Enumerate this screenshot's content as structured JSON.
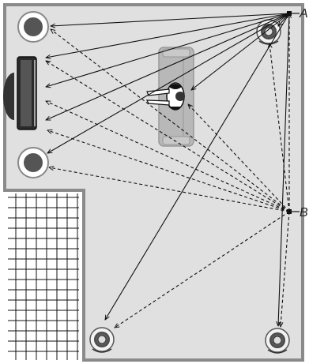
{
  "diagram": {
    "labels": {
      "point_a": "A",
      "point_b": "B"
    },
    "colors": {
      "room_fill": "#e0e0e0",
      "wall": "#8a8a8a",
      "line": "#111111",
      "sofa": "#b8b8b8",
      "grid": "#111111"
    },
    "components": [
      "speaker-left-front-icon",
      "tv-display-icon",
      "speaker-left-rear-icon",
      "speaker-top-right-icon",
      "speaker-bottom-left-icon",
      "speaker-bottom-right-icon",
      "sofa-icon",
      "listener-icon",
      "grid-floor-pattern"
    ]
  }
}
